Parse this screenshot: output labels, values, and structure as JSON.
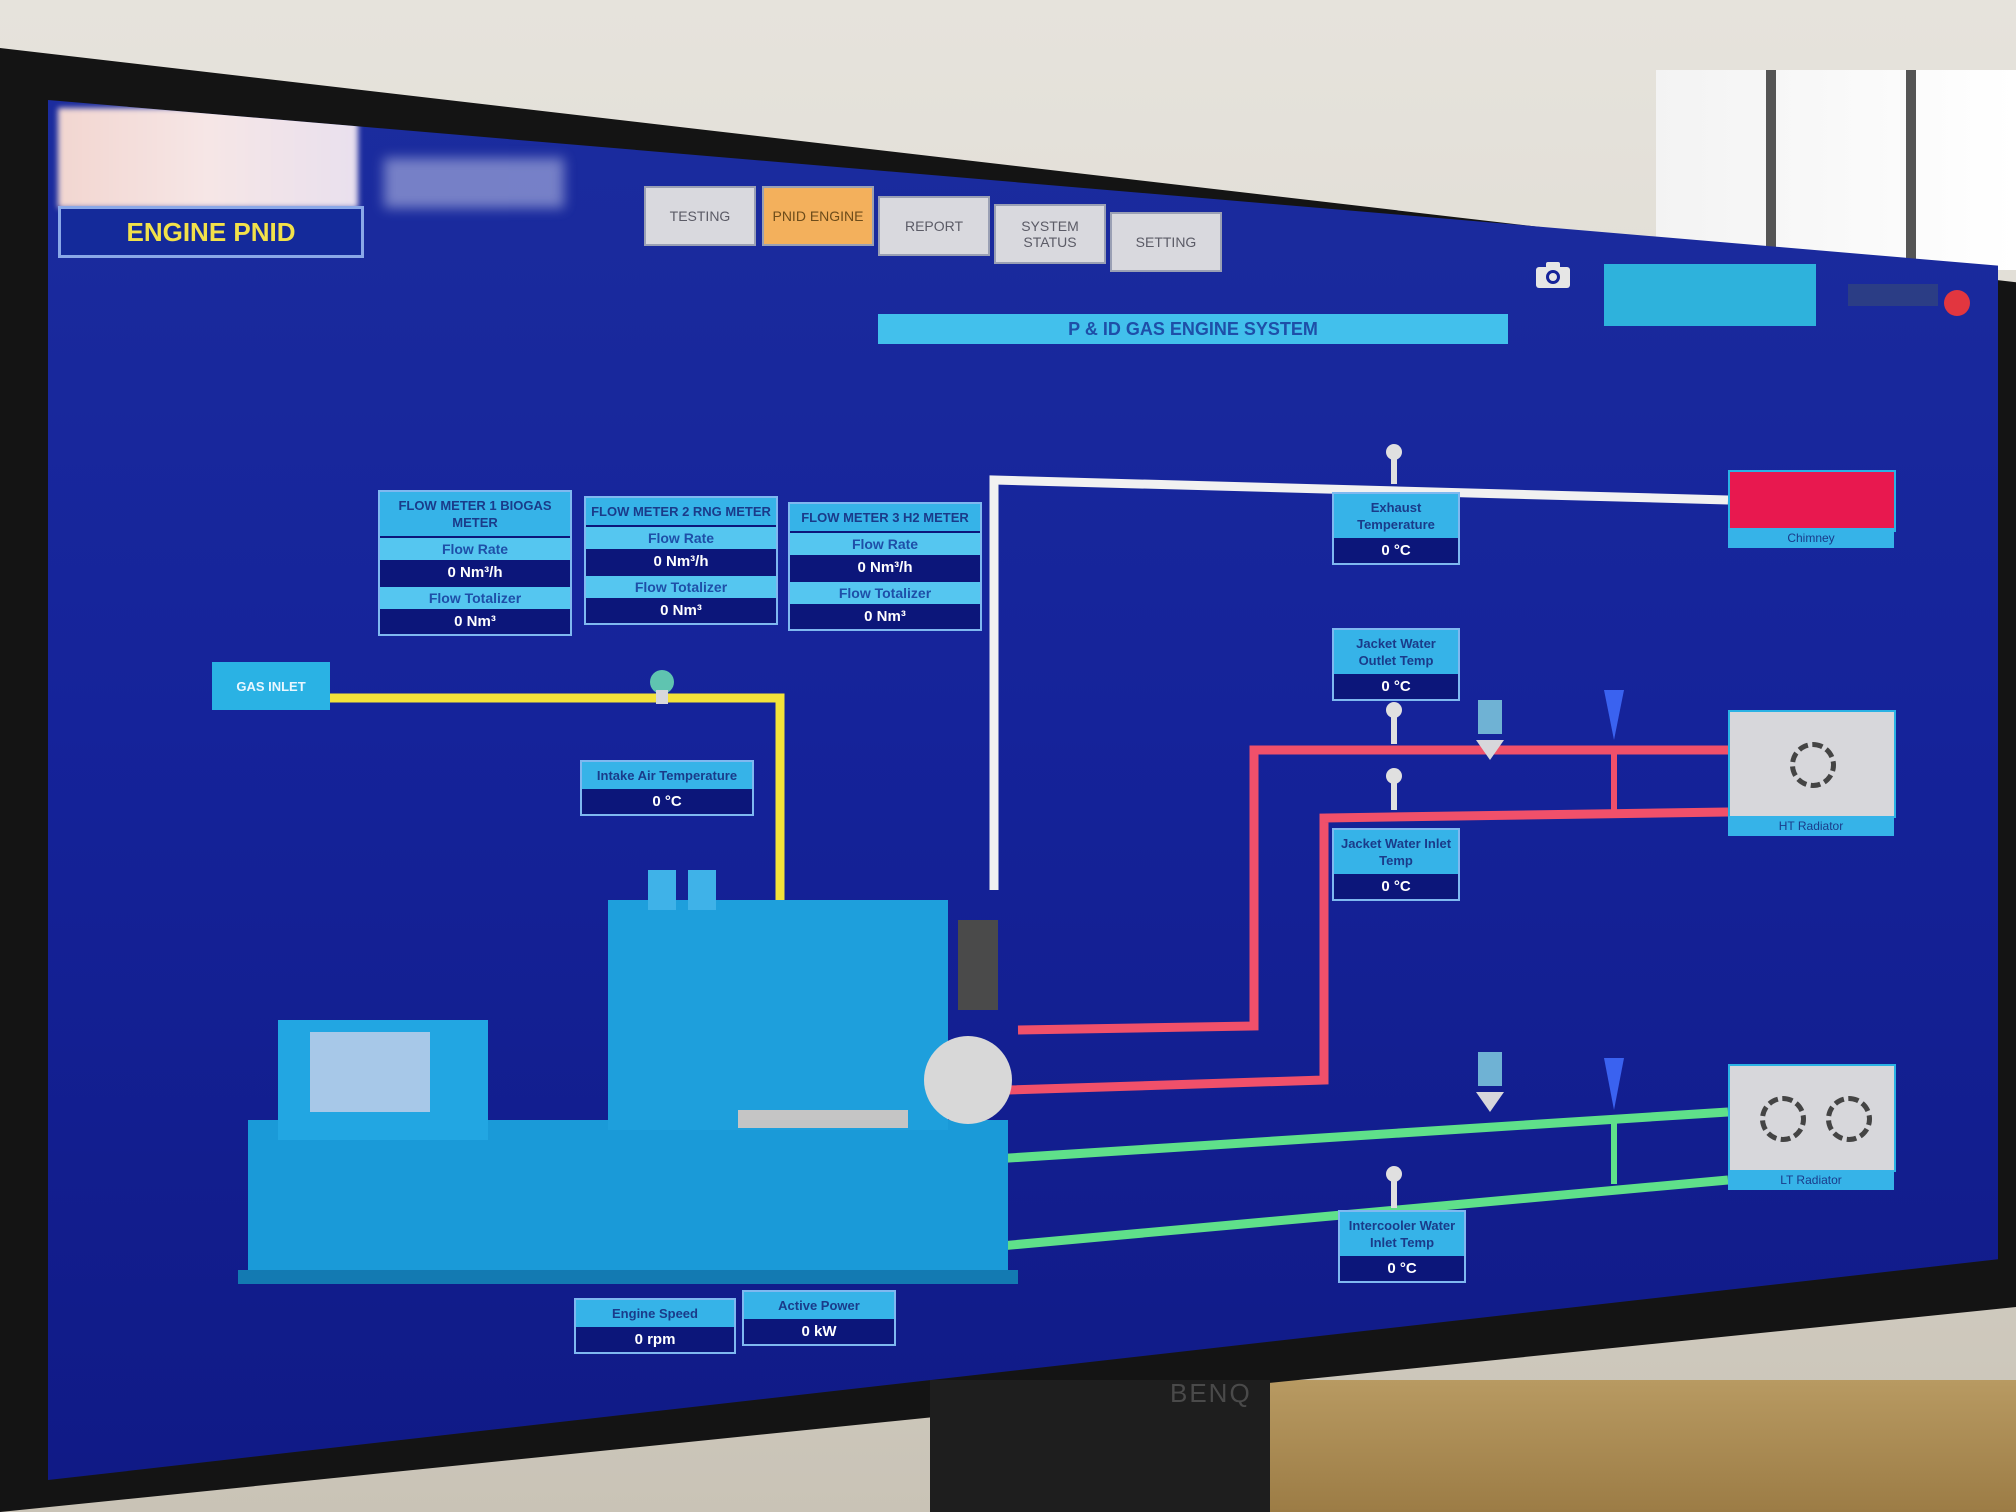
{
  "header": {
    "page_title": "ENGINE PNID",
    "system_title": "P & ID GAS ENGINE SYSTEM"
  },
  "nav": {
    "tabs": [
      {
        "label": "TESTING"
      },
      {
        "label": "PNID ENGINE",
        "active": true
      },
      {
        "label": "REPORT"
      },
      {
        "label": "SYSTEM STATUS"
      },
      {
        "label": "SETTING"
      }
    ]
  },
  "flow_meters": [
    {
      "title": "FLOW METER 1 BIOGAS METER",
      "rate_label": "Flow Rate",
      "rate_value": "0 Nm³/h",
      "total_label": "Flow Totalizer",
      "total_value": "0 Nm³"
    },
    {
      "title": "FLOW METER 2 RNG METER",
      "rate_label": "Flow Rate",
      "rate_value": "0 Nm³/h",
      "total_label": "Flow Totalizer",
      "total_value": "0 Nm³"
    },
    {
      "title": "FLOW METER 3 H2 METER",
      "rate_label": "Flow Rate",
      "rate_value": "0 Nm³/h",
      "total_label": "Flow Totalizer",
      "total_value": "0 Nm³"
    }
  ],
  "inlet": {
    "label": "GAS INLET"
  },
  "sensors": {
    "intake_air": {
      "label": "Intake Air Temperature",
      "value": "0 °C"
    },
    "exhaust": {
      "label": "Exhaust Temperature",
      "value": "0 °C"
    },
    "jacket_outlet": {
      "label": "Jacket Water Outlet Temp",
      "value": "0 °C"
    },
    "jacket_inlet": {
      "label": "Jacket Water Inlet Temp",
      "value": "0 °C"
    },
    "intercooler_inlet": {
      "label": "Intercooler Water Inlet Temp",
      "value": "0 °C"
    }
  },
  "engine": {
    "speed_label": "Engine Speed",
    "speed_value": "0 rpm",
    "power_label": "Active Power",
    "power_value": "0 kW"
  },
  "outputs": {
    "chimney_label": "Chimney",
    "radiator1_label": "HT Radiator",
    "radiator2_label": "LT Radiator"
  },
  "monitor": {
    "brand": "BENQ"
  },
  "colors": {
    "screen_bg": "#15239a",
    "panel_header": "#36b3e8",
    "title_yellow": "#f2e14a",
    "gas_pipe": "#f4e23a",
    "exhaust_pipe": "#f1f1f1",
    "ht_water_pipe": "#f0506a",
    "lt_water_pipe": "#5fe08a",
    "active_tab": "#f3b05c",
    "chimney": "#e8184f"
  }
}
